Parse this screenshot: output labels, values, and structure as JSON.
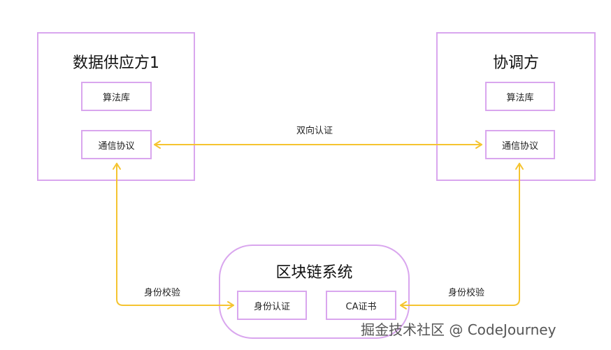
{
  "diagram": {
    "left_party": {
      "title": "数据供应方1",
      "library": "算法库",
      "protocol": "通信协议"
    },
    "right_party": {
      "title": "协调方",
      "library": "算法库",
      "protocol": "通信协议"
    },
    "blockchain": {
      "title": "区块链系统",
      "identity": "身份认证",
      "ca": "CA证书"
    },
    "edges": {
      "mutual_auth": "双向认证",
      "left_verify": "身份校验",
      "right_verify": "身份校验"
    },
    "colors": {
      "box_border": "#d9a6ee",
      "arrow": "#f5c430"
    }
  },
  "watermark": "掘金技术社区 @ CodeJourney"
}
